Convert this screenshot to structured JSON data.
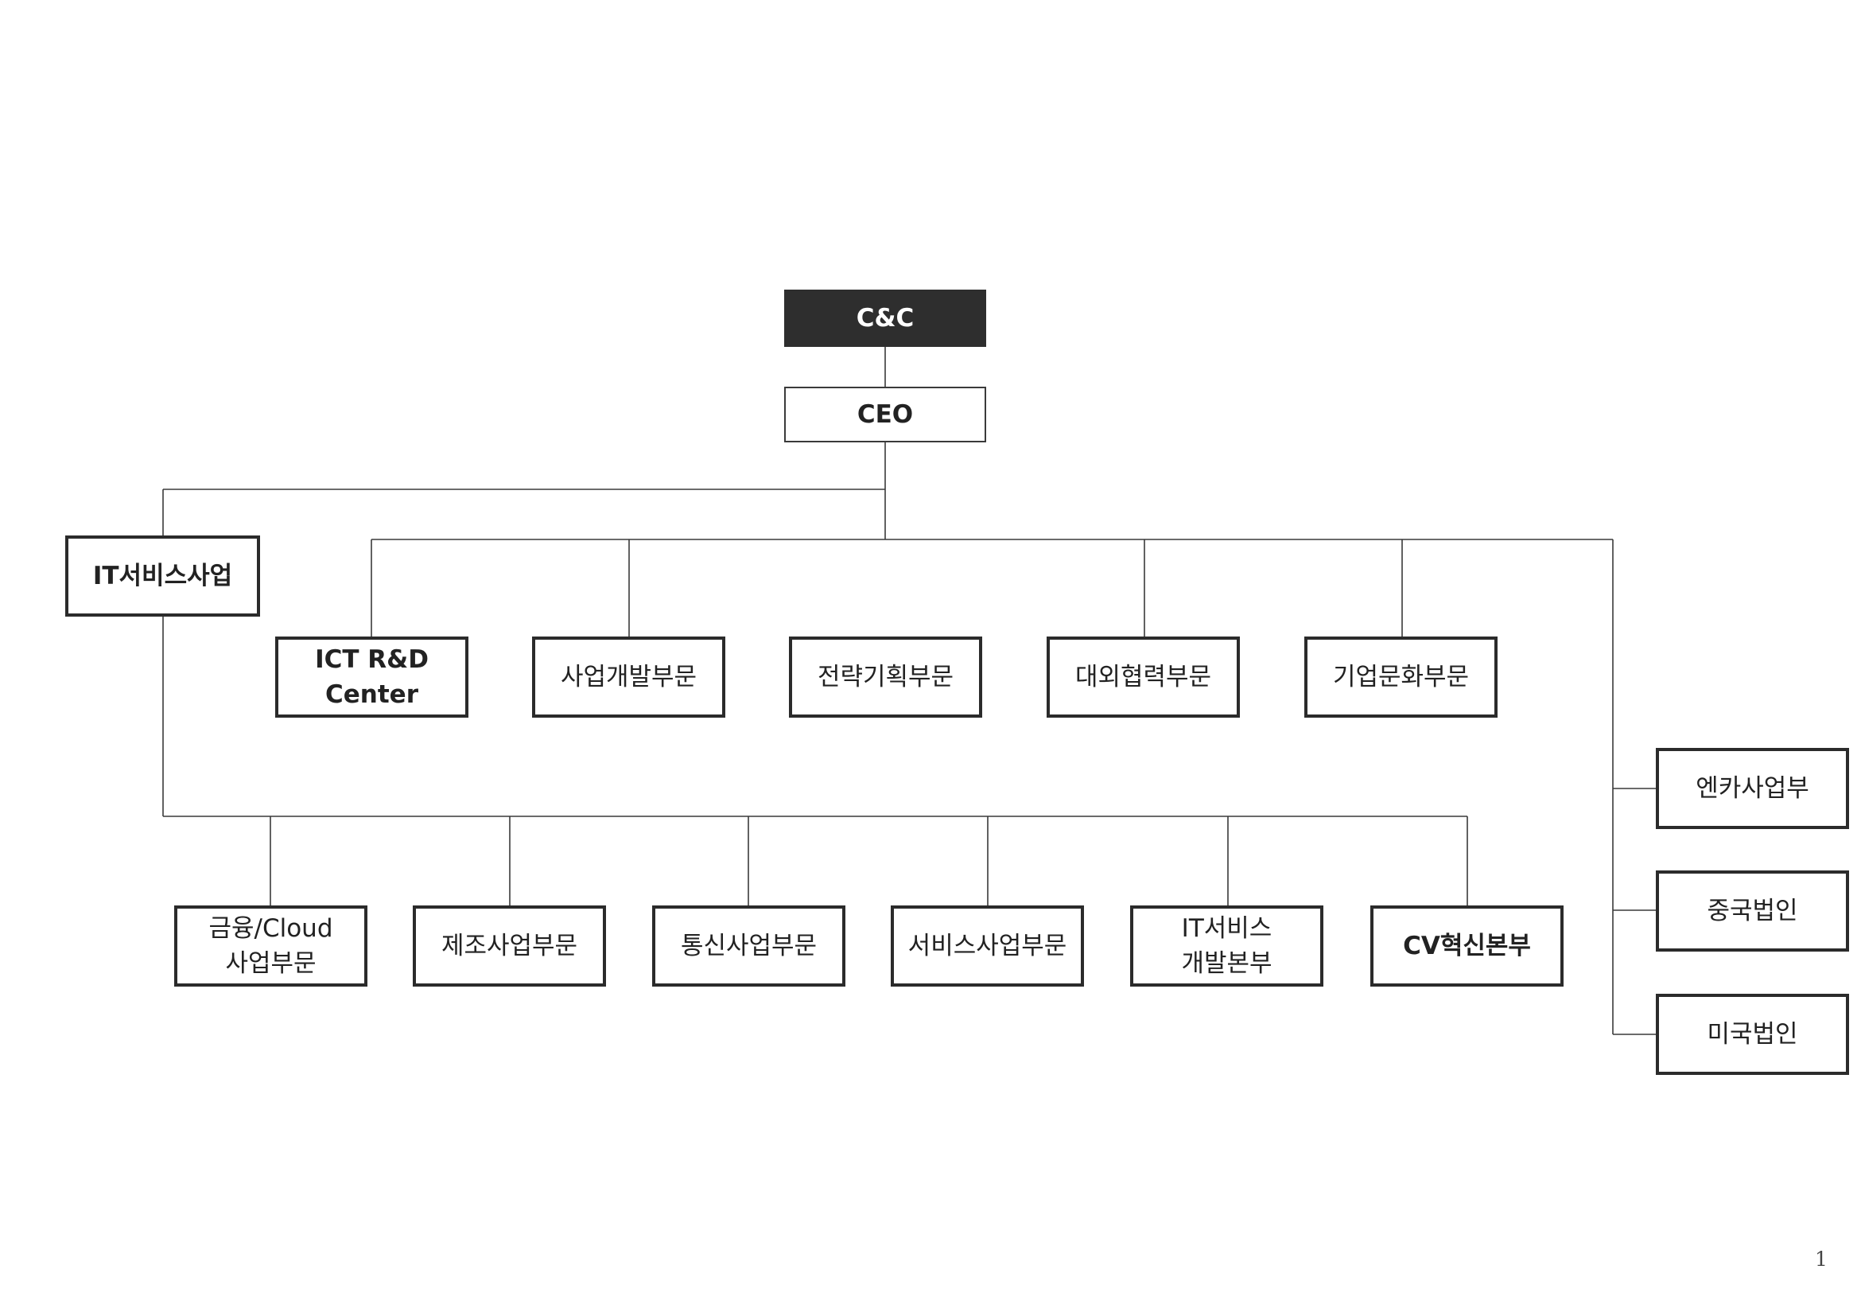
{
  "root": "C&C",
  "ceo": "CEO",
  "it_service_business": "IT서비스사업",
  "staff_units": [
    "ICT R&D\nCenter",
    "사업개발부문",
    "전략기획부문",
    "대외협력부문",
    "기업문화부문"
  ],
  "it_divisions": [
    "금융/Cloud\n사업부문",
    "제조사업부문",
    "통신사업부문",
    "서비스사업부문",
    "IT서비스\n개발본부",
    "CV혁신본부"
  ],
  "subsidiaries": [
    "엔카사업부",
    "중국법인",
    "미국법인"
  ],
  "page_number": "1"
}
